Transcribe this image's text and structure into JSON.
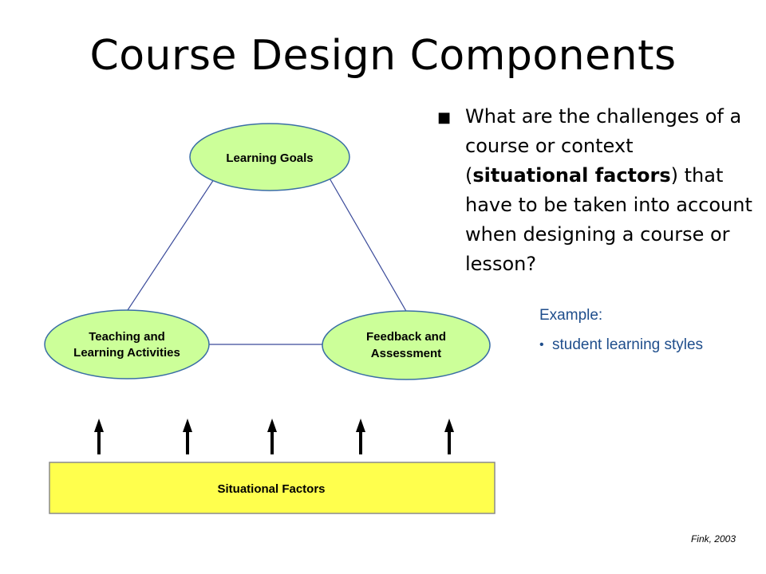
{
  "slide": {
    "title": "Course Design Components",
    "question": {
      "before": "What are the challenges of a course or context (",
      "emphasis": "situational factors",
      "after": ") that have to be taken into account when designing a course or lesson?"
    },
    "example": {
      "label": "Example:",
      "items": [
        "student learning styles"
      ]
    },
    "citation": "Fink, 2003"
  },
  "diagram": {
    "nodes": {
      "goals": {
        "lines": [
          "Learning Goals"
        ]
      },
      "teaching": {
        "lines": [
          "Teaching and",
          "Learning Activities"
        ]
      },
      "feedback": {
        "lines": [
          "Feedback and",
          "Assessment"
        ]
      },
      "situational": {
        "lines": [
          "Situational Factors"
        ]
      }
    },
    "colors": {
      "ellipse_fill": "#ccff99",
      "ellipse_stroke": "#3a6ea5",
      "edge": "#3a4a9a",
      "box_fill": "#ffff4d",
      "box_stroke": "#8a8a8a",
      "arrow": "#000000"
    },
    "arrow_count": 5
  }
}
